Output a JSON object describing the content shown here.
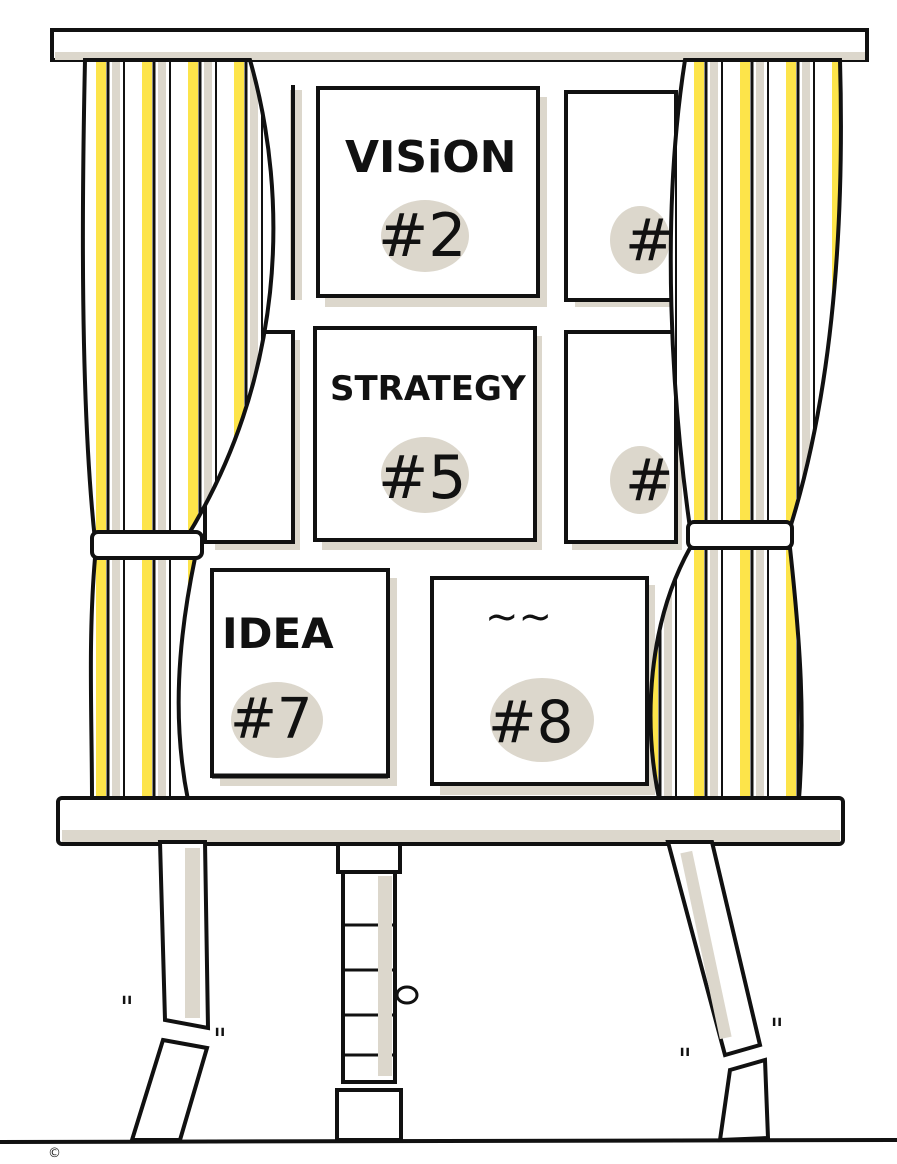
{
  "colors": {
    "ink": "#111111",
    "shadow": "#dcd7cc",
    "yellow": "#fde44a",
    "paper": "#ffffff"
  },
  "panels": {
    "vision": {
      "word": "VISiON",
      "number": "#2"
    },
    "panel_3": {
      "number": "#"
    },
    "strategy": {
      "word": "STRATEGY",
      "number": "#5"
    },
    "panel_6": {
      "number": "#"
    },
    "idea": {
      "word": "IDEA",
      "number": "#7"
    },
    "panel_8": {
      "word": "~~",
      "number": "#8"
    }
  },
  "leg_marks": {
    "left_upper": "\"",
    "left_lower": "\"",
    "right_upper": "\"",
    "right_lower": "\""
  },
  "copyright": "©"
}
